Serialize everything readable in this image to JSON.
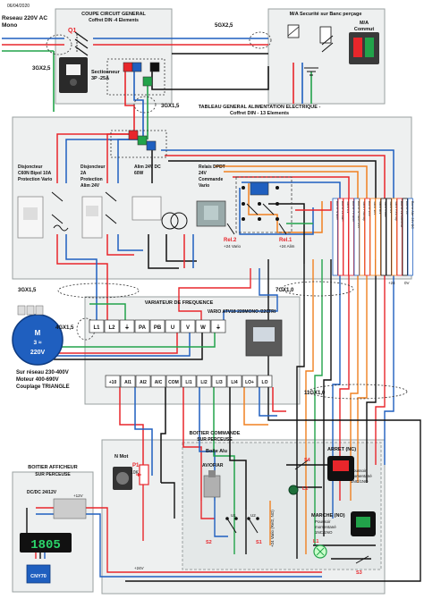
{
  "header": {
    "date": "06/04/2020",
    "mains": [
      "Reseau 220V AC",
      "Mono"
    ]
  },
  "cable_labels": {
    "c1": "3GX2,5",
    "c2": "5GX2,5",
    "c3": "3GX1,5",
    "c4": "3GX1,5",
    "c5": "4GX1,5",
    "c6": "7GX1,0",
    "c7": "11GX1,0"
  },
  "coupe": {
    "title": "COUPE CIRCUIT GENERAL",
    "subtitle": "Coffret DIN -4 Elements",
    "q1": "Q1",
    "sect": [
      "Sectionneur",
      "3P -25A"
    ]
  },
  "securite": {
    "title": "M/A Securité sur Banc perçage",
    "ma": [
      "M/A",
      "Commut"
    ]
  },
  "tableau": {
    "title": [
      "TABLEAU GENERAL ALIMENTATION ELECTRIQUE -",
      "Coffret DIN - 13 Elements"
    ],
    "disj1": [
      "Disjoncteur",
      "C60N Bipol 10A",
      "Protection Vario"
    ],
    "disj2": [
      "Disjoncteur",
      "2A",
      "Protection",
      "Alim 24V"
    ],
    "alim": [
      "Alim 24V DC",
      "60W"
    ],
    "relais": [
      "Relais DPDT",
      "24V",
      "Commande",
      "Vario"
    ],
    "rel2": "Rel.2",
    "rel2_sub": "+24 Vario",
    "rel1": "Rel.1",
    "rel1_sub": "+24 Alim",
    "term_labels": [
      "+24",
      "0V"
    ],
    "bornier": [
      "Borne N Alim",
      "Borne L1 Alim",
      "Vario L1",
      "Borne Ph Alim",
      "Borne N / Alim 24V",
      "Vario Fwd/Stp",
      "Borne 24V",
      "Vario 10V",
      "Vario AI1",
      "Vario COM",
      "Vario 0V",
      "Vario Rev/Stp",
      "Borne L1/Commut",
      "Borne 0V",
      "Borne Alim 24V DC"
    ]
  },
  "vario": {
    "title": "VARIATEUR DE FREQUENCE",
    "model": "VARIO ATV18 220MONO /220TRI",
    "top": [
      "L1",
      "L2",
      "⏚",
      "PA",
      "PB",
      "U",
      "V",
      "W",
      "⏚"
    ],
    "bottom": [
      "+10",
      "AI1",
      "AI2",
      "AIC",
      "COM",
      "LI1",
      "LI2",
      "LI3",
      "LI4",
      "LO+",
      "LO"
    ]
  },
  "motor": {
    "symbol": "M",
    "phase": "3 ≈",
    "volt": "220V",
    "notes": [
      "Sur réseau 230-400V",
      "Moteur 400-690V",
      "Couplage TRIANGLE"
    ]
  },
  "boitier": {
    "title": [
      "BOITIER COMMANDE",
      "SUR PERCEUSE"
    ],
    "alu": "Boite Alu",
    "nmot": "N Mot",
    "p1": "P1",
    "p1_val": "10K",
    "avof": "AV/OF/AR",
    "s1": "S1",
    "s2": "S2",
    "s3": "S3",
    "s4": "S4",
    "l1": "L1",
    "l2": "L2",
    "arret": "ARRET (NC)",
    "arret_sub": [
      "Poussoir",
      "momentané",
      "1NC/1NO"
    ],
    "marche": "MARCHE (NO)",
    "marche_sub": [
      "Poussoir",
      "momentané",
      "1NC/1NO"
    ],
    "vert": "+24 Vario (Rel2, NO)",
    "u1": "U1",
    "u2": "U2",
    "p24": "+24V"
  },
  "afficheur": {
    "title": [
      "BOITIER AFFICHEUR",
      "SUR PERCEUSE"
    ],
    "dcdc": "DC/DC 24/12V",
    "p12": "+12V",
    "display": "1805",
    "cny": "CNY70"
  },
  "colors": {
    "red": "#e8262b",
    "blue": "#1f5fbf",
    "green": "#22a34a",
    "orange": "#f08020",
    "black": "#111111",
    "panel": "#eef0f0",
    "panel_border": "#9aa0a0"
  }
}
